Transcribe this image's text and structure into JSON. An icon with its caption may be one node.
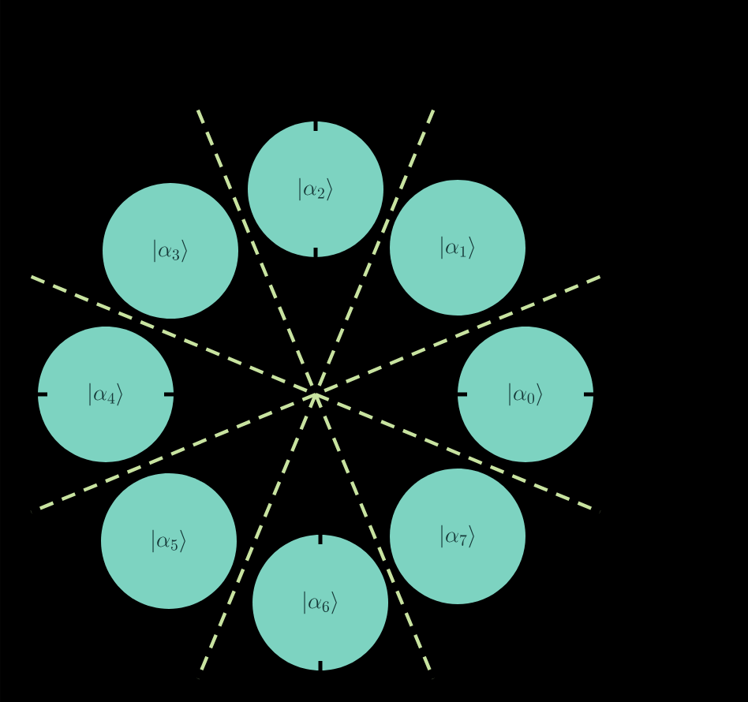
{
  "diagram": {
    "nodes": [
      {
        "text": [
          "|\\alpha_0\\rangle"
        ]
      },
      {
        "text": [
          "|\\alpha_1\\rangle"
        ]
      },
      {
        "text": [
          "|\\alpha_2\\rangle"
        ]
      },
      {
        "text": [
          "|\\alpha_3\\rangle"
        ]
      },
      {
        "text": [
          "|\\alpha_4\\rangle"
        ]
      },
      {
        "text": [
          "|\\alpha_5\\rangle"
        ]
      },
      {
        "text": [
          "|\\alpha_6\\rangle"
        ]
      },
      {
        "text": [
          "|\\alpha_7\\rangle"
        ]
      }
    ]
  }
}
